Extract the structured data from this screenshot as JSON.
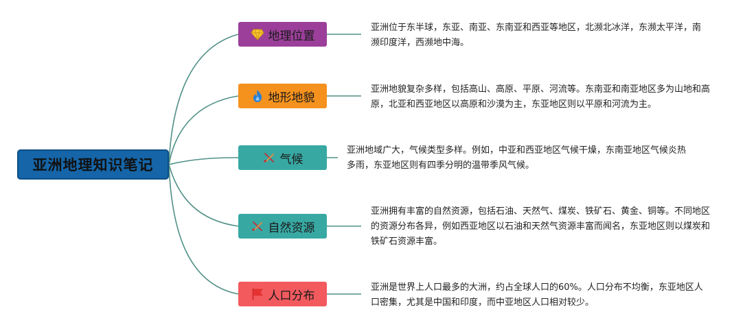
{
  "root": {
    "title": "亚洲地理知识笔记",
    "color": "#1565a8"
  },
  "branches": [
    {
      "label": "地理位置",
      "icon": "diamond-icon",
      "color": "#9b3f9a",
      "note": "亚洲位于东半球，东亚、南亚、东南亚和西亚等地区，北濒北冰洋，东濒太平洋，南濒印度洋，西濒地中海。"
    },
    {
      "label": "地形地貌",
      "icon": "flame-icon",
      "color": "#f5921e",
      "note": "亚洲地貌复杂多样，包括高山、高原、平原、河流等。东南亚和南亚地区多为山地和高原，北亚和西亚地区以高原和沙漠为主，东亚地区则以平原和河流为主。"
    },
    {
      "label": "气候",
      "icon": "crossed-tools-icon",
      "color": "#38a8a3",
      "note": "亚洲地域广大，气候类型多样。例如，中亚和西亚地区气候干燥，东南亚地区气候炎热多雨，东亚地区则有四季分明的温带季风气候。"
    },
    {
      "label": "自然资源",
      "icon": "crossed-tools-icon",
      "color": "#38a8a3",
      "note": "亚洲拥有丰富的自然资源，包括石油、天然气、煤炭、铁矿石、黄金、铜等。不同地区的资源分布各异，例如西亚地区以石油和天然气资源丰富而闻名，东亚地区则以煤炭和铁矿石资源丰富。"
    },
    {
      "label": "人口分布",
      "icon": "red-flag-icon",
      "color": "#f25a5e",
      "note": "亚洲是世界上人口最多的大洲，约占全球人口的60%。人口分布不均衡，东亚地区人口密集，尤其是中国和印度，而中亚地区人口相对较少。"
    }
  ],
  "line_color": "#4f8f86"
}
